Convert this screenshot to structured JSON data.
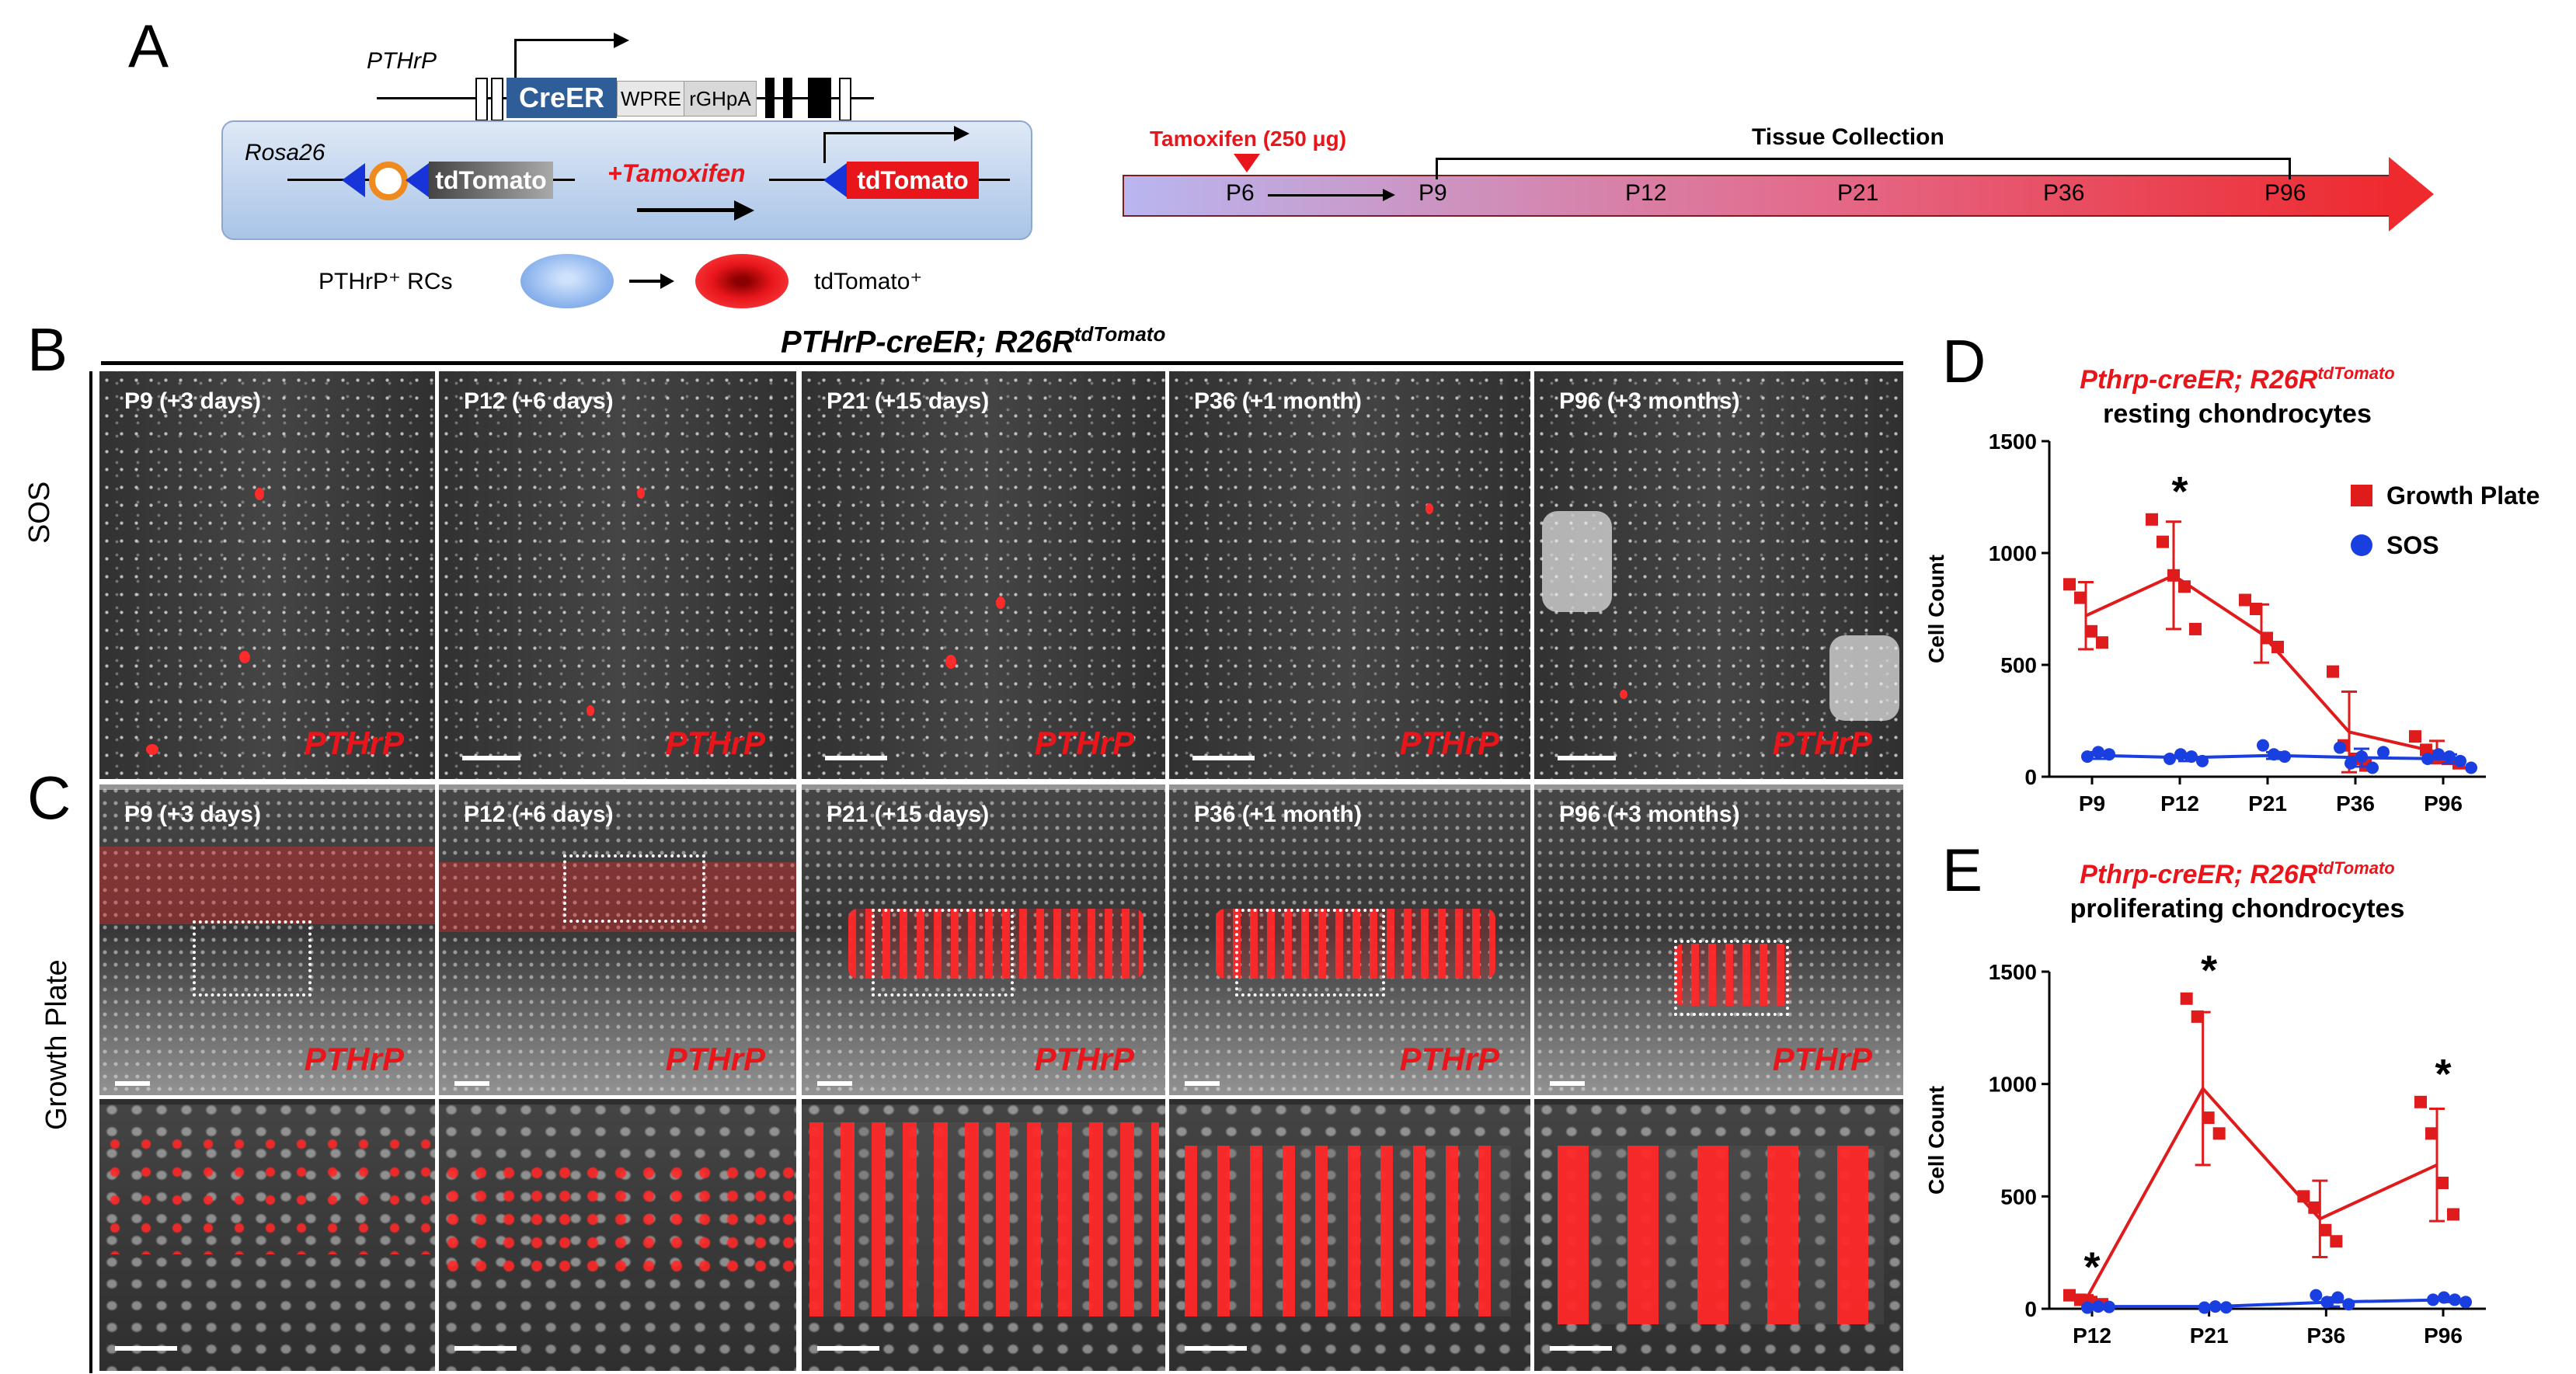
{
  "panel_labels": {
    "a": "A",
    "b": "B",
    "c": "C",
    "d": "D",
    "e": "E"
  },
  "schematic": {
    "gene_label": "PTHrP",
    "creer": "CreER",
    "wpre": "WPRE",
    "rghpa": "rGHpA",
    "locus": "Rosa26",
    "reporter": "tdTomato",
    "tamoxifen": "+Tamoxifen",
    "cell_before": "PTHrP⁺ RCs",
    "cell_after": "tdTomato⁺"
  },
  "timeline": {
    "injection": "Tamoxifen (250 μg)",
    "collection": "Tissue Collection",
    "start": "P6",
    "points": [
      "P9",
      "P12",
      "P21",
      "P36",
      "P96"
    ],
    "colors": {
      "start": "#b9b6f0",
      "end": "#ee2a2f"
    }
  },
  "micrographs": {
    "header": "PTHrP-creER; R26R",
    "header_sup": "tdTomato",
    "row_b_label": "SOS",
    "row_c_label": "Growth Plate",
    "gene": "PTHrP",
    "titles": [
      "P9 (+3 days)",
      "P12 (+6 days)",
      "P21 (+15 days)",
      "P36 (+1 month)",
      "P96 (+3 months)"
    ]
  },
  "chart_data": [
    {
      "type": "scatter",
      "title": "Pthrp-creER; R26R",
      "title_sup": "tdTomato",
      "subtitle": "resting chondrocytes",
      "ylabel": "Cell Count",
      "ylim": [
        0,
        1500
      ],
      "yticks": [
        0,
        500,
        1000,
        1500
      ],
      "categories": [
        "P9",
        "P12",
        "P21",
        "P36",
        "P96"
      ],
      "legend": "right",
      "series": [
        {
          "name": "Growth Plate",
          "color": "#e01b1b",
          "marker": "square",
          "mean": [
            720,
            900,
            640,
            200,
            110
          ],
          "sd": [
            150,
            240,
            130,
            180,
            50
          ],
          "points": [
            [
              860,
              800,
              650,
              600
            ],
            [
              1150,
              1050,
              900,
              850,
              660
            ],
            [
              790,
              750,
              620,
              580
            ],
            [
              470,
              140,
              80,
              50
            ],
            [
              180,
              120,
              90,
              80,
              60
            ]
          ]
        },
        {
          "name": "SOS",
          "color": "#1a3fe0",
          "marker": "circle",
          "mean": [
            95,
            85,
            95,
            85,
            80
          ],
          "sd": [
            15,
            15,
            15,
            40,
            20
          ],
          "points": [
            [
              90,
              110,
              100
            ],
            [
              80,
              100,
              90,
              70
            ],
            [
              140,
              100,
              90
            ],
            [
              130,
              60,
              90,
              40,
              110
            ],
            [
              80,
              100,
              90,
              70,
              40
            ]
          ]
        }
      ],
      "annotations": [
        {
          "x": "P12",
          "text": "*"
        }
      ]
    },
    {
      "type": "scatter",
      "title": "Pthrp-creER; R26R",
      "title_sup": "tdTomato",
      "subtitle": "proliferating chondrocytes",
      "ylabel": "Cell Count",
      "ylim": [
        0,
        1500
      ],
      "yticks": [
        0,
        500,
        1000,
        1500
      ],
      "categories": [
        "P12",
        "P21",
        "P36",
        "P96"
      ],
      "series": [
        {
          "name": "Growth Plate",
          "color": "#e01b1b",
          "marker": "square",
          "mean": [
            40,
            980,
            400,
            640
          ],
          "sd": [
            20,
            340,
            170,
            250
          ],
          "points": [
            [
              60,
              40,
              30,
              20
            ],
            [
              1380,
              1300,
              850,
              780
            ],
            [
              500,
              450,
              350,
              300
            ],
            [
              920,
              780,
              560,
              420
            ]
          ]
        },
        {
          "name": "SOS",
          "color": "#1a3fe0",
          "marker": "circle",
          "mean": [
            10,
            10,
            30,
            40
          ],
          "sd": [
            5,
            5,
            20,
            10
          ],
          "points": [
            [
              5,
              10,
              8
            ],
            [
              5,
              10,
              6
            ],
            [
              60,
              30,
              50,
              20
            ],
            [
              40,
              50,
              40,
              30
            ]
          ]
        }
      ],
      "annotations": [
        {
          "x": "P12",
          "text": "*"
        },
        {
          "x": "P21",
          "text": "*"
        },
        {
          "x": "P96",
          "text": "*"
        }
      ]
    }
  ]
}
